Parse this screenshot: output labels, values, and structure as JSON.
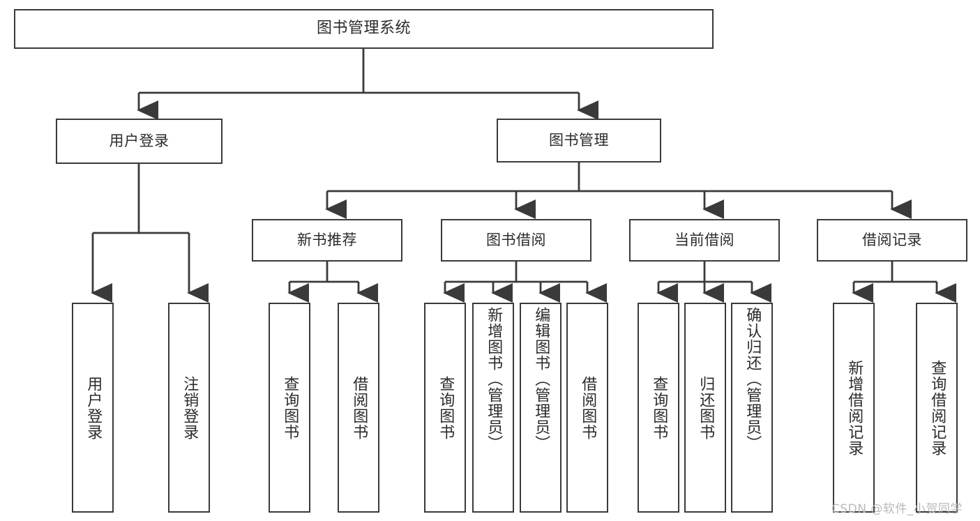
{
  "diagram": {
    "type": "tree-hierarchy",
    "title": "图书管理系统",
    "watermark": "CSDN @软件_小贺同学",
    "line_color": "#3a3a3a",
    "box_fill": "#ffffff",
    "text_color": "#2b2b2b",
    "nodes": {
      "root": {
        "label": "图书管理系统"
      },
      "level1": [
        {
          "id": "user-login",
          "label": "用户登录"
        },
        {
          "id": "book-manage",
          "label": "图书管理"
        }
      ],
      "level2": [
        {
          "id": "new-book-recommend",
          "label": "新书推荐"
        },
        {
          "id": "book-borrow",
          "label": "图书借阅"
        },
        {
          "id": "current-borrow",
          "label": "当前借阅"
        },
        {
          "id": "borrow-record",
          "label": "借阅记录"
        }
      ],
      "leaves": {
        "user_login": [
          {
            "id": "leaf-user-login",
            "label": "用户登录"
          },
          {
            "id": "leaf-logout",
            "label": "注销登录"
          }
        ],
        "new_book_recommend": [
          {
            "id": "leaf-query-book-1",
            "label": "查询图书"
          },
          {
            "id": "leaf-borrow-book-1",
            "label": "借阅图书"
          }
        ],
        "book_borrow": [
          {
            "id": "leaf-query-book-2",
            "label": "查询图书"
          },
          {
            "id": "leaf-add-book",
            "label": "新增图书（管理员）"
          },
          {
            "id": "leaf-edit-book",
            "label": "编辑图书（管理员）"
          },
          {
            "id": "leaf-borrow-book-2",
            "label": "借阅图书"
          }
        ],
        "current_borrow": [
          {
            "id": "leaf-query-book-3",
            "label": "查询图书"
          },
          {
            "id": "leaf-return-book",
            "label": "归还图书"
          },
          {
            "id": "leaf-confirm-return",
            "label": "确认归还（管理员）"
          }
        ],
        "borrow_record": [
          {
            "id": "leaf-add-record",
            "label": "新增借阅记录"
          },
          {
            "id": "leaf-query-record",
            "label": "查询借阅记录"
          }
        ]
      }
    }
  }
}
